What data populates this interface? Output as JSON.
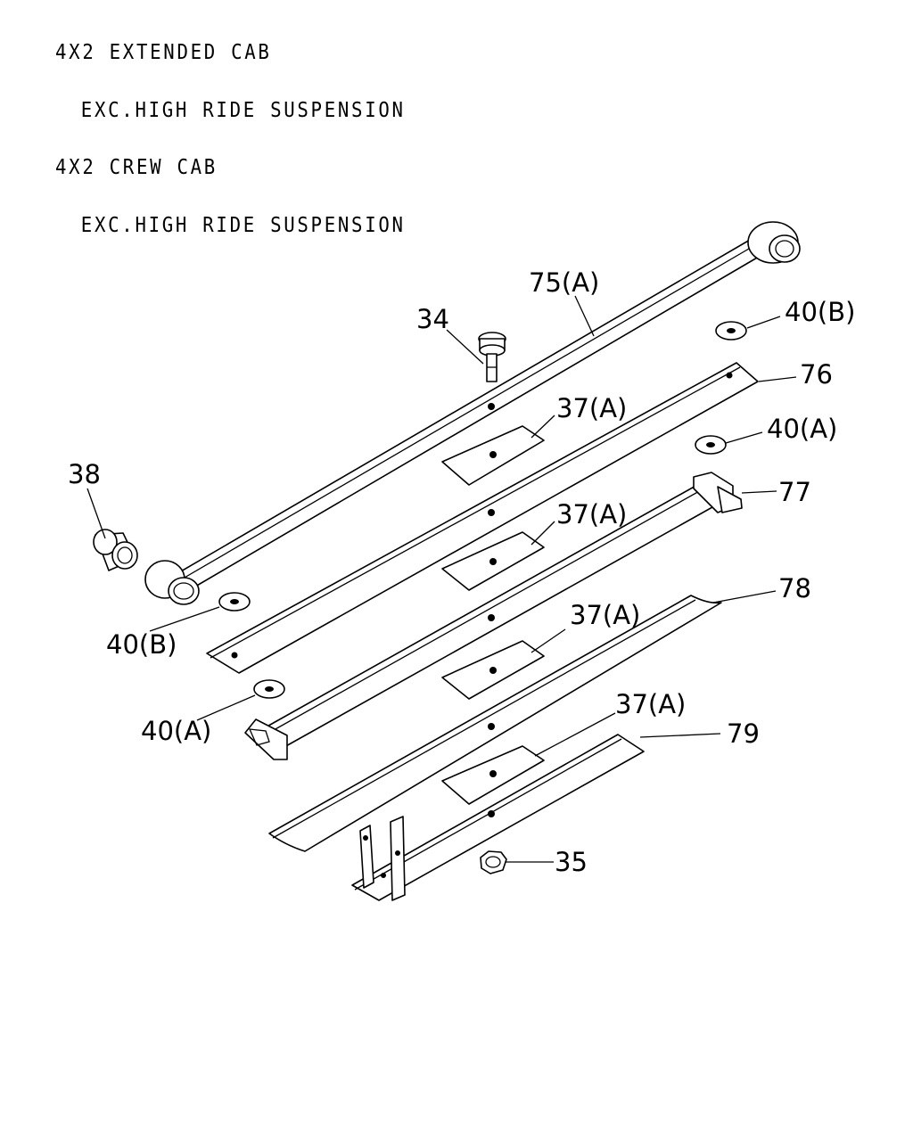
{
  "header": {
    "lines": [
      "4X2 EXTENDED CAB",
      "EXC.HIGH RIDE SUSPENSION",
      "4X2 CREW CAB",
      "EXC.HIGH RIDE SUSPENSION"
    ]
  },
  "callouts": {
    "c34": "34",
    "c35": "35",
    "c37a_1": "37(A)",
    "c37a_2": "37(A)",
    "c37a_3": "37(A)",
    "c37a_4": "37(A)",
    "c38": "38",
    "c40b_left": "40(B)",
    "c40b_right": "40(B)",
    "c40a_left": "40(A)",
    "c40a_right": "40(A)",
    "c75a": "75(A)",
    "c76": "76",
    "c77": "77",
    "c78": "78",
    "c79": "79"
  }
}
